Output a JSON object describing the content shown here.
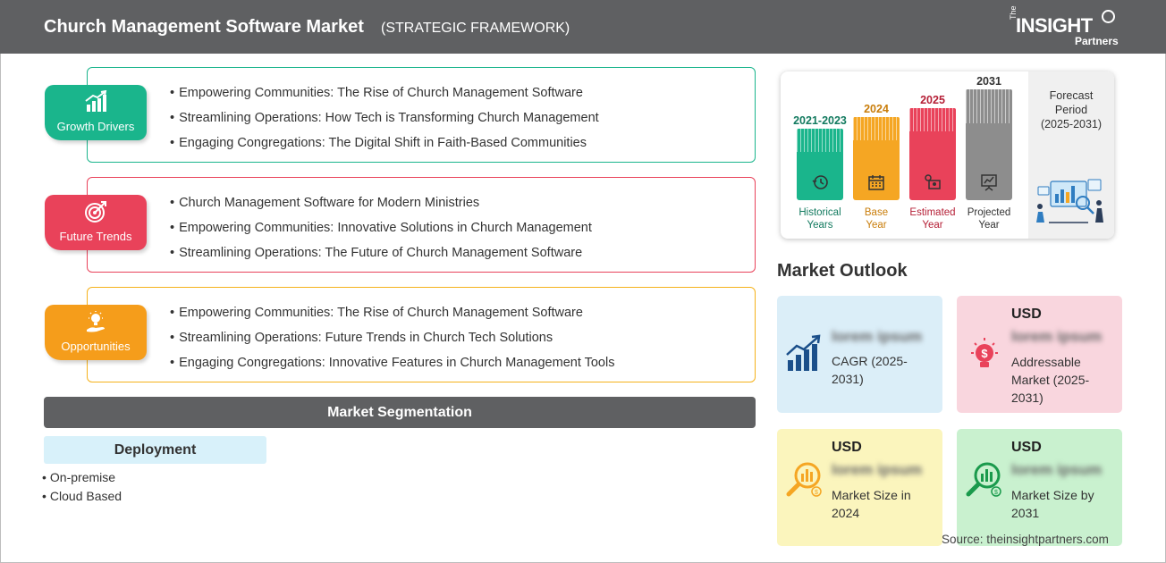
{
  "header": {
    "title": "Church Management Software Market",
    "subtitle": "(STRATEGIC FRAMEWORK)",
    "logo_the": "The",
    "logo_main": "INSIGHT",
    "logo_sub": "Partners"
  },
  "framework": [
    {
      "label": "Growth Drivers",
      "icon": "growth-chart-icon",
      "color": "#1ab58c",
      "items": [
        "Empowering Communities: The Rise of Church Management Software",
        "Streamlining Operations: How Tech is Transforming Church Management",
        "Engaging Congregations: The Digital Shift in Faith-Based Communities"
      ]
    },
    {
      "label": "Future Trends",
      "icon": "target-icon",
      "color": "#e9425a",
      "items": [
        "Church Management Software for Modern Ministries",
        "Empowering Communities: Innovative Solutions in Church Management",
        "Streamlining Operations: The Future of Church Management Software"
      ]
    },
    {
      "label": "Opportunities",
      "icon": "lightbulb-hand-icon",
      "color": "#f59d1b",
      "items": [
        "Empowering Communities: The Rise of Church Management Software",
        "Streamlining Operations: Future Trends in Church Tech Solutions",
        "Engaging Congregations: Innovative Features in Church Management Tools"
      ]
    }
  ],
  "segmentation": {
    "title": "Market Segmentation",
    "deployment": {
      "label": "Deployment",
      "items": [
        "On-premise",
        "Cloud Based"
      ]
    }
  },
  "timeline": {
    "bars": [
      {
        "year": "2021-2023",
        "caption": "Historical\nYears",
        "color": "#1ab58c",
        "text_color": "#127a5f",
        "icon": "history-clock-icon"
      },
      {
        "year": "2024",
        "caption": "Base\nYear",
        "color": "#f5a623",
        "text_color": "#c97d0a",
        "icon": "calendar-icon"
      },
      {
        "year": "2025",
        "caption": "Estimated\nYear",
        "color": "#e9425a",
        "text_color": "#b51f36",
        "icon": "gears-icon"
      },
      {
        "year": "2031",
        "caption": "Projected\nYear",
        "color": "#8d8d8d",
        "text_color": "#333333",
        "icon": "presentation-chart-icon"
      }
    ],
    "forecast": "Forecast\nPeriod\n(2025-2031)"
  },
  "outlook": {
    "title": "Market Outlook",
    "cards": [
      {
        "usd": "",
        "value": "lorem ipsum",
        "desc": "CAGR (2025-\n2031)",
        "icon": "rising-bar-chart-icon",
        "bg": "#dbeef8"
      },
      {
        "usd": "USD",
        "value": "lorem ipsum",
        "desc": "Addressable\nMarket (2025-\n2031)",
        "icon": "dollar-lightbulb-icon",
        "bg": "#f9d6de"
      },
      {
        "usd": "USD",
        "value": "lorem ipsum",
        "desc": "Market Size in\n2024",
        "icon": "magnifier-chart-icon",
        "bg": "#fbf5bd"
      },
      {
        "usd": "USD",
        "value": "lorem ipsum",
        "desc": "Market Size by\n2031",
        "icon": "magnifier-chart-icon",
        "bg": "#c9f1cf"
      }
    ]
  },
  "source": "Source: theinsightpartners.com"
}
